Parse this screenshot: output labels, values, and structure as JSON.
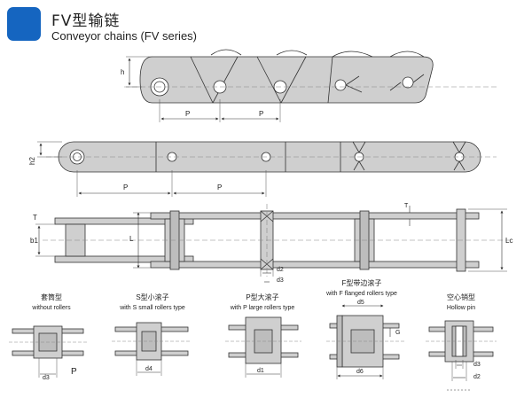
{
  "header": {
    "title_cn": "FV型输链",
    "title_en": "Conveyor chains (FV series)",
    "badge_color": "#1565c0"
  },
  "dims": {
    "h": "h",
    "p": "P",
    "h2": "h2",
    "t": "T",
    "b1": "b1",
    "l": "L",
    "lc": "Lc",
    "d2": "d2",
    "d3": "d3",
    "d4": "d4",
    "d5": "d5",
    "d6": "d6",
    "d1": "d1",
    "g": "G"
  },
  "variants": [
    {
      "cn": "套筒型",
      "en": "without rollers"
    },
    {
      "cn": "S型小滚子",
      "en": "with S small rollers type"
    },
    {
      "cn": "P型大滚子",
      "en": "with P large rollers type"
    },
    {
      "cn": "F型带边滚子",
      "en": "with F flanged rollers type"
    },
    {
      "cn": "空心销型",
      "en": "Hollow pin"
    }
  ],
  "colors": {
    "plate": "#cfcfcf",
    "stroke": "#333333",
    "dash": "#888888"
  }
}
